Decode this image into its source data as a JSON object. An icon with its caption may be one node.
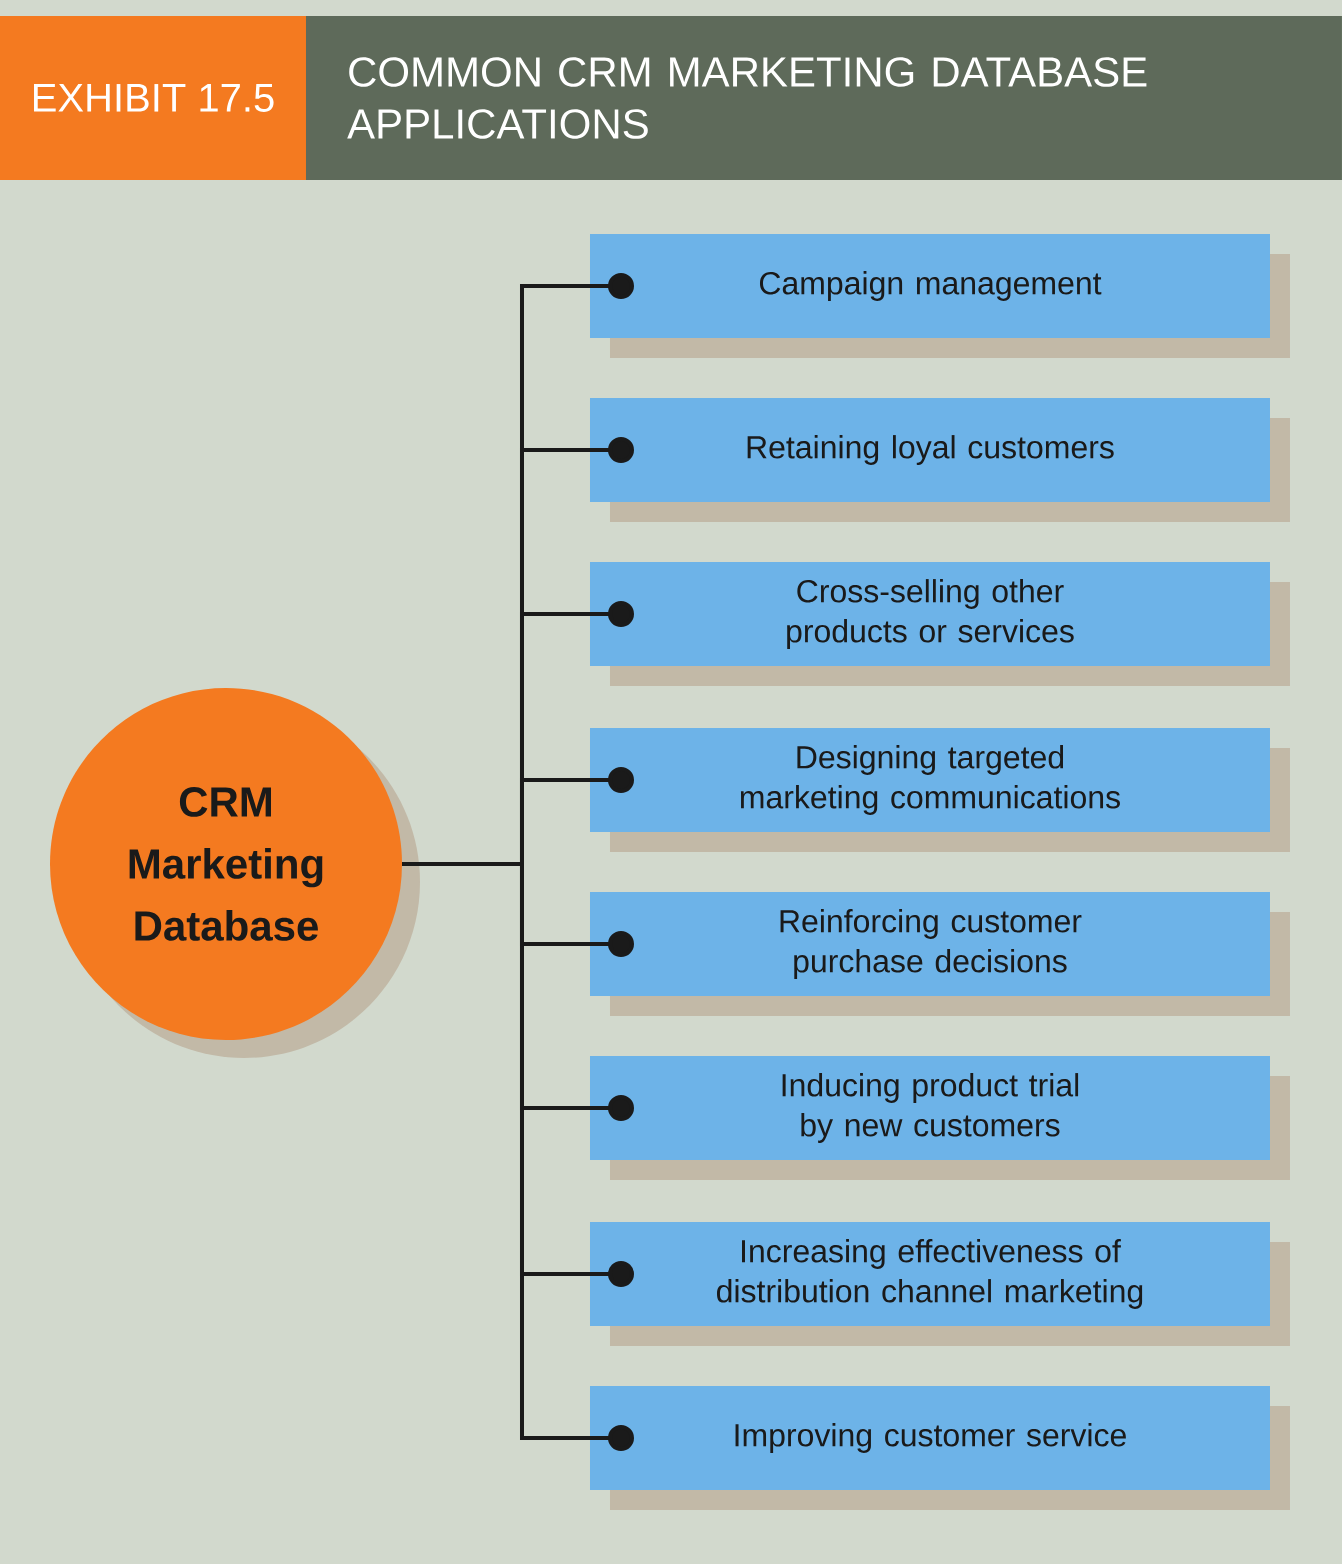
{
  "diagram": {
    "title": "COMMON CRM MARKETING DATABASE APPLICATIONS",
    "nodes": [
      {
        "text": [
          "CRM Marketing Database"
        ]
      },
      {
        "text": [
          "Campaign management"
        ]
      },
      {
        "text": [
          "Retaining loyal customers"
        ]
      },
      {
        "text": [
          "Cross-selling other products or services"
        ]
      },
      {
        "text": [
          "Designing targeted marketing communications"
        ]
      },
      {
        "text": [
          "Reinforcing customer purchase decisions"
        ]
      },
      {
        "text": [
          "Inducing product trial by new customers"
        ]
      },
      {
        "text": [
          "Increasing effectiveness of distribution channel marketing"
        ]
      },
      {
        "text": [
          "Improving customer service"
        ]
      }
    ],
    "edges": [
      {
        "from": 0,
        "to": 1,
        "arrow": "other"
      },
      {
        "from": 0,
        "to": 2,
        "arrow": "other"
      },
      {
        "from": 0,
        "to": 3,
        "arrow": "other"
      },
      {
        "from": 0,
        "to": 4,
        "arrow": "other"
      },
      {
        "from": 0,
        "to": 5,
        "arrow": "other"
      },
      {
        "from": 0,
        "to": 6,
        "arrow": "other"
      },
      {
        "from": 0,
        "to": 7,
        "arrow": "other"
      },
      {
        "from": 0,
        "to": 8,
        "arrow": "other"
      }
    ],
    "labels": [
      "EXHIBIT 17.5"
    ]
  }
}
